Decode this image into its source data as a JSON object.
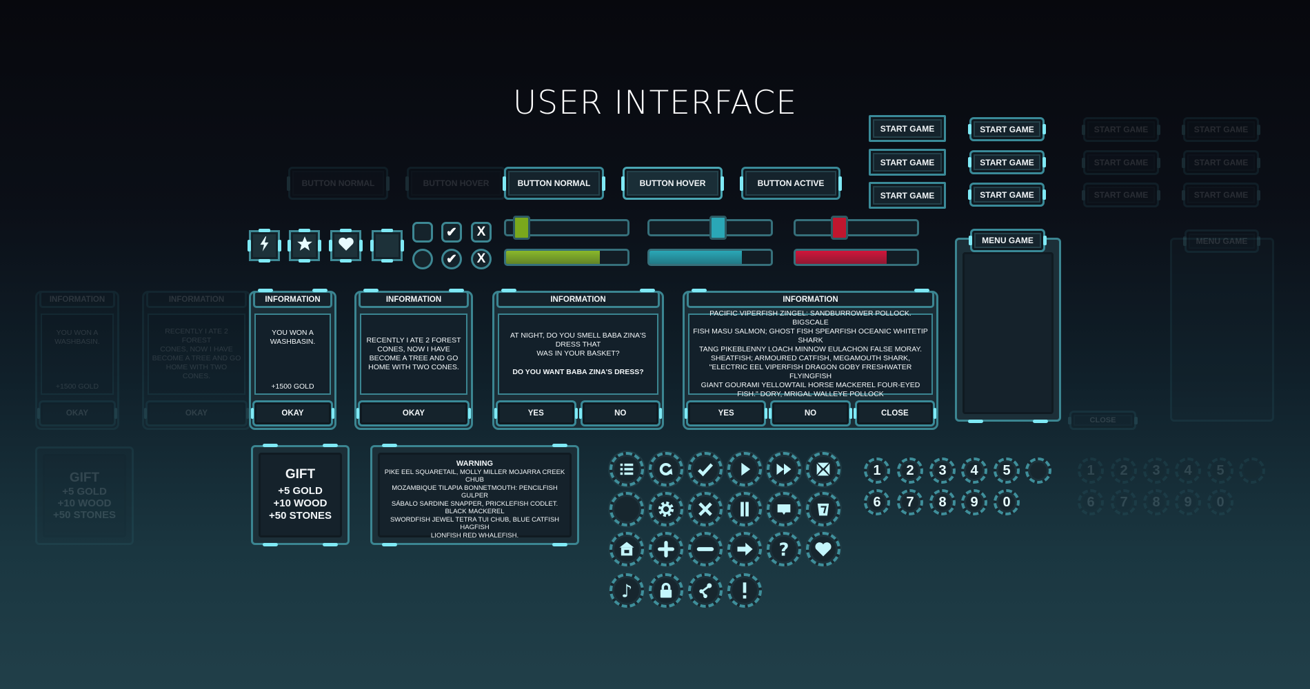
{
  "title": "USER INTERFACE",
  "colors": {
    "accent": "#7fe9f5",
    "frame": "#3b8591",
    "green": "#8ab82a",
    "cyan": "#2aa7b6",
    "red": "#d0163a"
  },
  "buttons": {
    "normal": "BUTTON NORMAL",
    "hover": "BUTTON HOVER",
    "active": "BUTTON ACTIVE"
  },
  "ghost_buttons": {
    "normal": "BUTTON NORMAL",
    "hover": "BUTTON HOVER"
  },
  "start_buttons": [
    "START GAME",
    "START GAME",
    "START GAME",
    "START GAME",
    "START GAME",
    "START GAME"
  ],
  "ghost_start_buttons": [
    "START GAME",
    "START GAME",
    "START GAME",
    "START GAME",
    "START GAME",
    "START GAME"
  ],
  "menu": {
    "title": "MENU GAME"
  },
  "ghost_menu": {
    "title": "MENU GAME"
  },
  "toggle_icons": [
    "lightning-icon",
    "star-icon",
    "heart-icon",
    "empty-icon"
  ],
  "checkboxes": {
    "square": [
      "",
      "✔",
      "X"
    ],
    "round": [
      "",
      "✔",
      "X"
    ]
  },
  "sliders": [
    {
      "color": "#8ab82a",
      "thumb": "#7aa81c",
      "value": 0.05,
      "progress": 0.77
    },
    {
      "color": "#2aa7b6",
      "thumb": "#2aa7b6",
      "value": 0.58,
      "progress": 0.76
    },
    {
      "color": "#d0163a",
      "thumb": "#c0162e",
      "value": 0.33,
      "progress": 0.75
    }
  ],
  "info_panels": [
    {
      "title": "INFORMATION",
      "lines": [
        "YOU WON A",
        "WASHBASIN."
      ],
      "extra": "+1500 GOLD",
      "buttons": [
        "OKAY"
      ]
    },
    {
      "title": "INFORMATION",
      "lines": [
        "RECENTLY I ATE 2 FOREST",
        "CONES, NOW I HAVE",
        "BECOME A TREE AND GO",
        "HOME WITH TWO CONES."
      ],
      "buttons": [
        "OKAY"
      ]
    },
    {
      "title": "INFORMATION",
      "lines": [
        "AT NIGHT, DO YOU SMELL BABA ZINA'S DRESS THAT",
        "WAS IN YOUR BASKET?"
      ],
      "question": "DO YOU WANT BABA ZINA'S DRESS?",
      "buttons": [
        "YES",
        "NO"
      ]
    },
    {
      "title": "INFORMATION",
      "lines": [
        "PACIFIC VIPERFISH ZINGEL: SANDBURROWER POLLOCK. BIGSCALE",
        "FISH MASU SALMON; GHOST FISH SPEARFISH OCEANIC WHITETIP",
        "SHARK",
        "TANG PIKEBLENNY LOACH MINNOW EULACHON FALSE MORAY.",
        "SHEATFISH; ARMOURED CATFISH, MEGAMOUTH SHARK,",
        "\"ELECTRIC EEL VIPERFISH DRAGON GOBY FRESHWATER FLYINGFISH",
        "GIANT GOURAMI YELLOWTAIL HORSE MACKEREL FOUR-EYED",
        "FISH.\" DORY, MRIGAL WALLEYE POLLOCK"
      ],
      "buttons": [
        "YES",
        "NO",
        "CLOSE"
      ]
    }
  ],
  "ghost_panels": [
    {
      "title": "INFORMATION",
      "lines": [
        "YOU WON A",
        "WASHBASIN."
      ],
      "extra": "+1500 GOLD",
      "buttons": [
        "OKAY"
      ]
    },
    {
      "title": "INFORMATION",
      "lines": [
        "RECENTLY I ATE 2 FOREST",
        "CONES, NOW I HAVE",
        "BECOME A TREE AND GO",
        "HOME WITH TWO CONES."
      ],
      "buttons": [
        "OKAY"
      ]
    }
  ],
  "ghost_close": "CLOSE",
  "gift": {
    "title": "GIFT",
    "lines": [
      "+5 GOLD",
      "+10 WOOD",
      "+50 STONES"
    ]
  },
  "ghost_gift": {
    "title": "GIFT",
    "lines": [
      "+5 GOLD",
      "+10 WOOD",
      "+50 STONES"
    ]
  },
  "warning": {
    "title": "WARNING",
    "lines": [
      "PIKE EEL SQUARETAIL, MOLLY MILLER MOJARRA CREEK CHUB",
      "MOZAMBIQUE TILAPIA BONNETMOUTH: PENCILFISH GULPER",
      "SÁBALO SARDINE SNAPPER, PRICKLEFISH CODLET.",
      "BLACK MACKEREL"
    ],
    "lines2": [
      "SWORDFISH JEWEL TETRA TUI CHUB, BLUE CATFISH HAGFISH",
      "LIONFISH RED WHALEFISH."
    ]
  },
  "icon_buttons": [
    [
      "list",
      "redo",
      "check",
      "play",
      "fast-forward",
      "cancel"
    ],
    [
      "empty",
      "gear",
      "close",
      "pause",
      "chat",
      "trash"
    ],
    [
      "home",
      "plus",
      "minus",
      "arrow-right",
      "question",
      "heart"
    ],
    [
      "music-note",
      "lock",
      "share",
      "exclamation"
    ]
  ],
  "number_buttons": [
    [
      "1",
      "2",
      "3",
      "4",
      "5",
      ""
    ],
    [
      "6",
      "7",
      "8",
      "9",
      "0"
    ]
  ]
}
